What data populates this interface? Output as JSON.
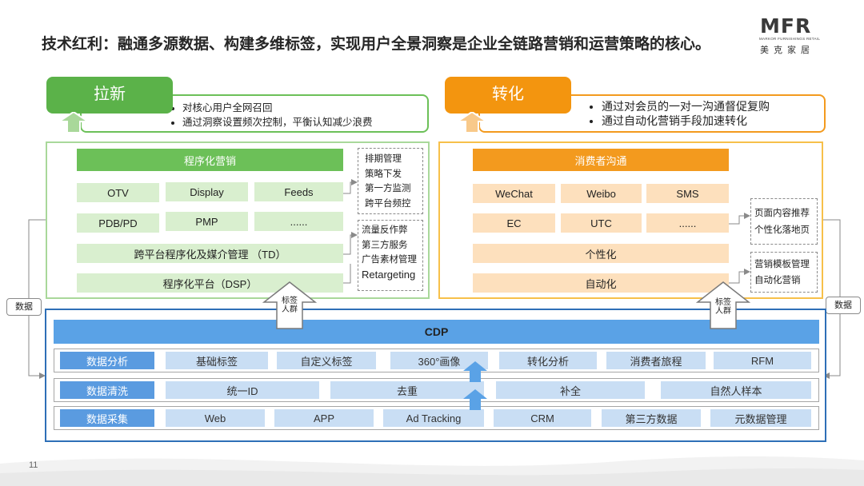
{
  "slide": {
    "title": "技术红利：融通多源数据、构建多维标签，实现用户全景洞察是企业全链路营销和运营策略的核心。",
    "page_number": "11"
  },
  "logo": {
    "mark": "MFR",
    "subtitle": "MARKOR FURNISHINGS RETAIL",
    "chinese": "美克家居"
  },
  "left": {
    "header": "拉新",
    "bullets": [
      "对核心用户全网召回",
      "通过洞察设置频次控制，平衡认知减少浪费"
    ],
    "panel_title": "程序化营销",
    "grid": [
      [
        "OTV",
        "Display",
        "Feeds"
      ],
      [
        "PDB/PD",
        "PMP",
        "......"
      ]
    ],
    "wide_rows": [
      "跨平台程序化及媒介管理 （TD）",
      "程序化平台（DSP）"
    ],
    "side_box_1": [
      "排期管理",
      "策略下发",
      "第一方监测",
      "跨平台频控"
    ],
    "side_box_2": [
      "流量反作弊",
      "第三方服务",
      "广告素材管理",
      "Retargeting"
    ],
    "arrow_label": "标签人群"
  },
  "right": {
    "header": "转化",
    "bullets": [
      "通过对会员的一对一沟通督促复购",
      "通过自动化营销手段加速转化"
    ],
    "panel_title": "消费者沟通",
    "grid": [
      [
        "WeChat",
        "Weibo",
        "SMS"
      ],
      [
        "EC",
        "UTC",
        "......"
      ]
    ],
    "wide_rows": [
      "个性化",
      "自动化"
    ],
    "side_box_1": [
      "页面内容推荐",
      "个性化落地页"
    ],
    "side_box_2": [
      "营销模板管理",
      "自动化营销"
    ],
    "arrow_label": "标签人群"
  },
  "side_labels": {
    "left": "数据",
    "right": "数据"
  },
  "cdp": {
    "title": "CDP",
    "rows": [
      {
        "label": "数据分析",
        "items": [
          "基础标签",
          "自定义标签",
          "360°画像",
          "转化分析",
          "消费者旅程",
          "RFM"
        ]
      },
      {
        "label": "数据清洗",
        "items": [
          "统一ID",
          "去重",
          "补全",
          "自然人样本"
        ]
      },
      {
        "label": "数据采集",
        "items": [
          "Web",
          "APP",
          "Ad Tracking",
          "CRM",
          "第三方数据",
          "元数据管理"
        ]
      }
    ]
  },
  "colors": {
    "green": "#6cc058",
    "orange": "#f39a1e",
    "blue": "#2e6fb7",
    "light_blue": "#5aa2e6"
  }
}
